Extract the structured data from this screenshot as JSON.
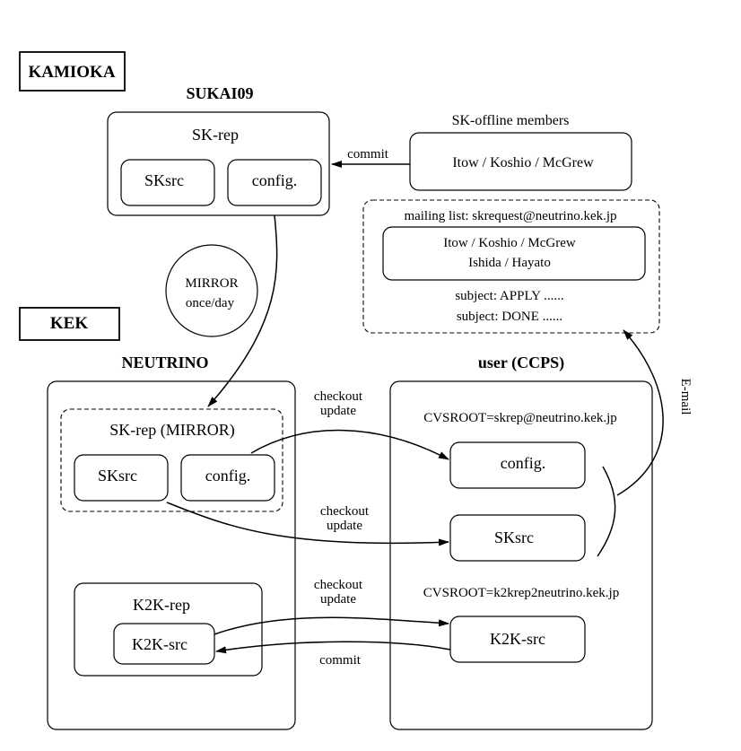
{
  "sites": {
    "kamioka": "KAMIOKA",
    "kek": "KEK"
  },
  "hosts": {
    "sukai09": "SUKAI09",
    "neutrino": "NEUTRINO",
    "user": "user (CCPS)"
  },
  "sk_rep": {
    "title": "SK-rep",
    "sksrc": "SKsrc",
    "config": "config."
  },
  "sk_offline": {
    "heading": "SK-offline members",
    "members": "Itow / Koshio / McGrew"
  },
  "mailing": {
    "title": "mailing list: skrequest@neutrino.kek.jp",
    "line1": "Itow / Koshio / McGrew",
    "line2": "Ishida / Hayato",
    "subject_apply": "subject: APPLY ......",
    "subject_done": "subject: DONE ......"
  },
  "mirror": {
    "line1": "MIRROR",
    "line2": "once/day"
  },
  "sk_mirror": {
    "title": "SK-rep (MIRROR)",
    "sksrc": "SKsrc",
    "config": "config."
  },
  "k2k_rep": {
    "title": "K2K-rep",
    "src": "K2K-src"
  },
  "user_area": {
    "cvsroot1": "CVSROOT=skrep@neutrino.kek.jp",
    "config": "config.",
    "sksrc": "SKsrc",
    "cvsroot2": "CVSROOT=k2krep2neutrino.kek.jp",
    "k2ksrc": "K2K-src"
  },
  "arrows": {
    "commit_top": "commit",
    "checkout1_a": "checkout",
    "checkout1_b": "update",
    "checkout2_a": "checkout",
    "checkout2_b": "update",
    "checkout3_a": "checkout",
    "checkout3_b": "update",
    "commit_bottom": "commit",
    "email": "E-mail"
  }
}
